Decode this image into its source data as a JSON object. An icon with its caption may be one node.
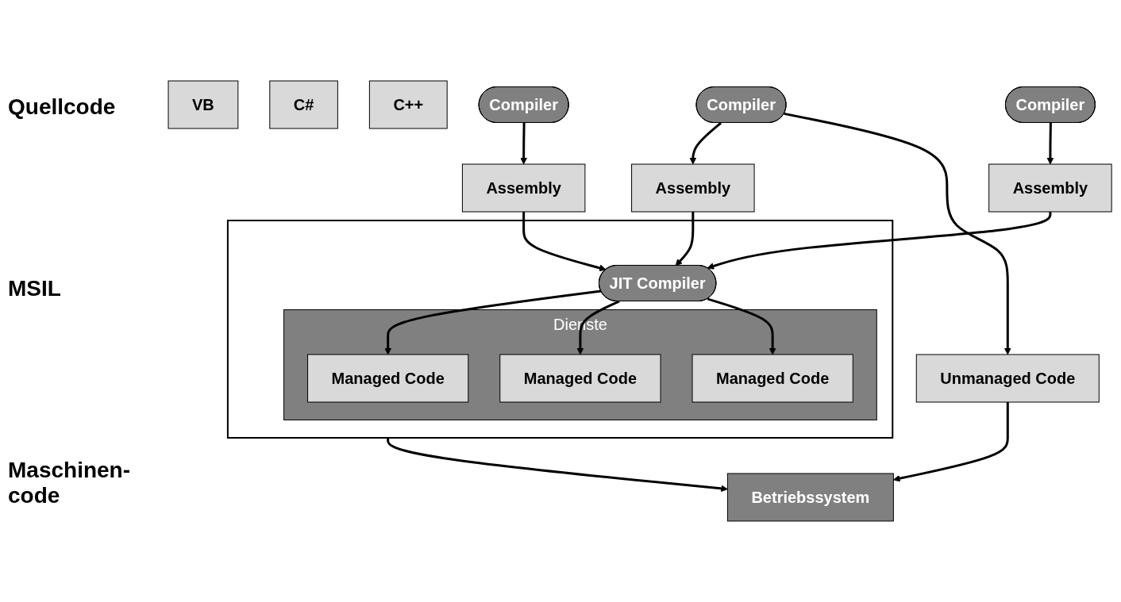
{
  "diagram": {
    "nodes": [
      {
        "text": [
          "VB"
        ]
      },
      {
        "text": [
          "C#"
        ]
      },
      {
        "text": [
          "C++"
        ]
      },
      {
        "text": [
          "Compiler"
        ]
      },
      {
        "text": [
          "Compiler"
        ]
      },
      {
        "text": [
          "Compiler"
        ]
      },
      {
        "text": [
          "Assembly"
        ]
      },
      {
        "text": [
          "Assembly"
        ]
      },
      {
        "text": [
          "Assembly"
        ]
      },
      {
        "text": [],
        "shape": "box"
      },
      {
        "text": [
          "JIT Compiler"
        ],
        "in": 9
      },
      {
        "text": [
          "Dienste"
        ],
        "in": 9
      },
      {
        "text": [
          "Managed Code"
        ],
        "in": 11
      },
      {
        "text": [
          "Managed Code"
        ],
        "in": 11
      },
      {
        "text": [
          "Managed Code"
        ],
        "in": 11
      },
      {
        "text": [
          "Unmanaged Code"
        ]
      },
      {
        "text": [
          "Betriebssystem"
        ]
      }
    ],
    "edges": [
      {
        "from": 3,
        "to": 6,
        "arrow": "to"
      },
      {
        "from": 4,
        "to": 7,
        "arrow": "to"
      },
      {
        "from": 5,
        "to": 8,
        "arrow": "to"
      },
      {
        "from": 5,
        "to": 15,
        "arrow": "to"
      },
      {
        "from": 6,
        "to": 10,
        "arrow": "to"
      },
      {
        "from": 7,
        "to": 10,
        "arrow": "to"
      },
      {
        "from": 8,
        "to": 10,
        "arrow": "to"
      },
      {
        "from": 10,
        "to": 12,
        "arrow": "to"
      },
      {
        "from": 10,
        "to": 13,
        "arrow": "to"
      },
      {
        "from": 10,
        "to": 14,
        "arrow": "to"
      },
      {
        "from": 9,
        "to": 16,
        "arrow": "to"
      },
      {
        "from": 15,
        "to": 16,
        "arrow": "to"
      }
    ],
    "labels": [
      "Quellcode",
      "MSIL",
      "Maschinen- code"
    ]
  }
}
